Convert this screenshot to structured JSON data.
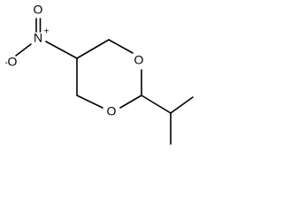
{
  "structure": {
    "atoms": {
      "nitro_oxygen_top": "O",
      "nitro_oxygen_minus": "O",
      "nitro_oxygen_minus_charge": "-",
      "nitro_nitrogen": "N",
      "nitro_nitrogen_charge": "+",
      "ring_oxygen_upper": "O",
      "ring_oxygen_lower": "O"
    }
  }
}
